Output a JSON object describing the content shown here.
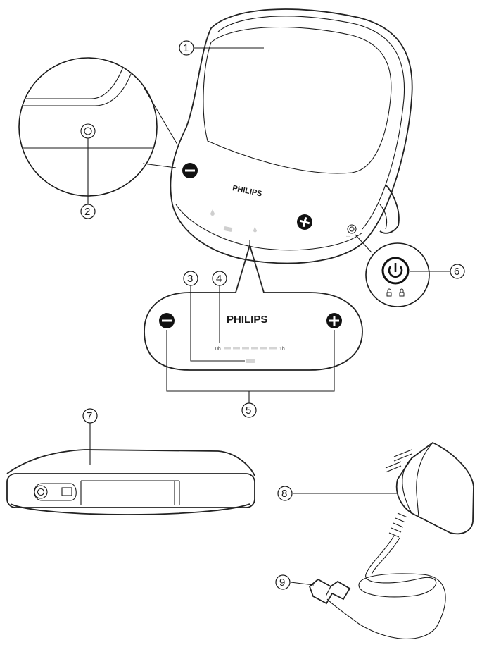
{
  "brand": "PHILIPS",
  "timer": {
    "start": "0h",
    "end": "1h"
  },
  "callouts": [
    "1",
    "2",
    "3",
    "4",
    "5",
    "6",
    "7",
    "8",
    "9"
  ],
  "symbols": {
    "minus": "−",
    "plus": "+"
  },
  "colors": {
    "stroke": "#1a1a1a",
    "dark_button": "#111111",
    "faint": "#cccccc"
  },
  "icons": [
    "minus-icon",
    "plus-icon",
    "power-icon",
    "lock-open-icon",
    "lock-closed-icon",
    "water-drop-icon"
  ]
}
